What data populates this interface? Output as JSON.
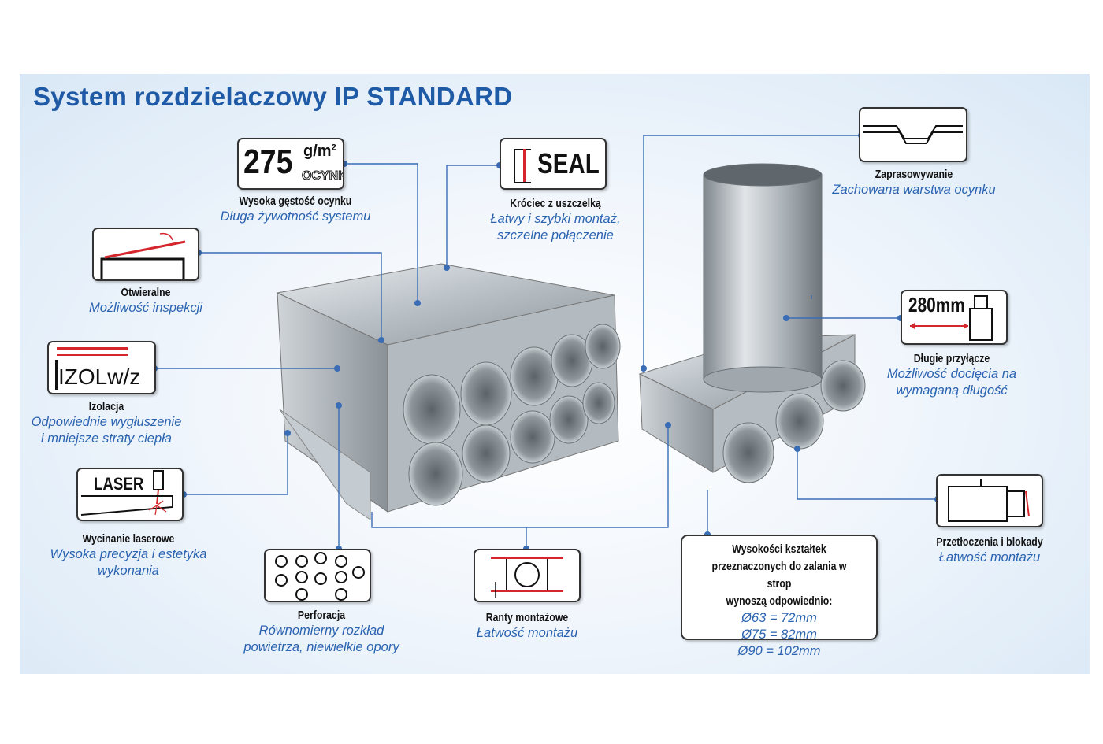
{
  "title": "System rozdzielaczowy IP STANDARD",
  "features": {
    "ocynk": {
      "heading": "Wysoka gęstość ocynku",
      "sub": "Długa żywotność systemu",
      "icon_value": "275",
      "icon_unit": "g/m",
      "icon_unit_sup": "2",
      "icon_word": "OCYNK"
    },
    "seal": {
      "heading": "Króciec z uszczelką",
      "sub1": "Łatwy i szybki montaż,",
      "sub2": "szczelne połączenie",
      "icon_word": "SEAL"
    },
    "zaprasowywanie": {
      "heading": "Zaprasowywanie",
      "sub": "Zachowana warstwa ocynku"
    },
    "otwieralne": {
      "heading": "Otwieralne",
      "sub": "Możliwość inspekcji"
    },
    "izolacja": {
      "heading": "Izolacja",
      "sub1": "Odpowiednie wygłuszenie",
      "sub2": "i mniejsze straty ciepła",
      "icon_word": "IZOLw/z"
    },
    "laser": {
      "heading": "Wycinanie laserowe",
      "sub1": "Wysoka precyzja i estetyka",
      "sub2": "wykonania",
      "icon_word": "LASER"
    },
    "perforacja": {
      "heading": "Perforacja",
      "sub1": "Równomierny rozkład",
      "sub2": "powietrza, niewielkie opory"
    },
    "ranty": {
      "heading": "Ranty montażowe",
      "sub": "Łatwość montażu"
    },
    "przylacze": {
      "heading": "Długie przyłącze",
      "sub1": "Możliwość docięcia na",
      "sub2": "wymaganą długość",
      "icon_word": "280mm"
    },
    "przetloczenia": {
      "heading": "Przetłoczenia i blokady",
      "sub": "Łatwość montażu"
    }
  },
  "heights": {
    "heading1": "Wysokości kształtek",
    "heading2": "przeznaczonych do zalania w strop",
    "heading3": "wynoszą odpowiednio:",
    "v1": "Ø63 = 72mm",
    "v2": "Ø75 = 82mm",
    "v3": "Ø90 = 102mm"
  },
  "colors": {
    "title": "#1f5aa6",
    "subtitle": "#2a63b0",
    "leader": "#3a6db5",
    "accent": "#d4262c"
  }
}
